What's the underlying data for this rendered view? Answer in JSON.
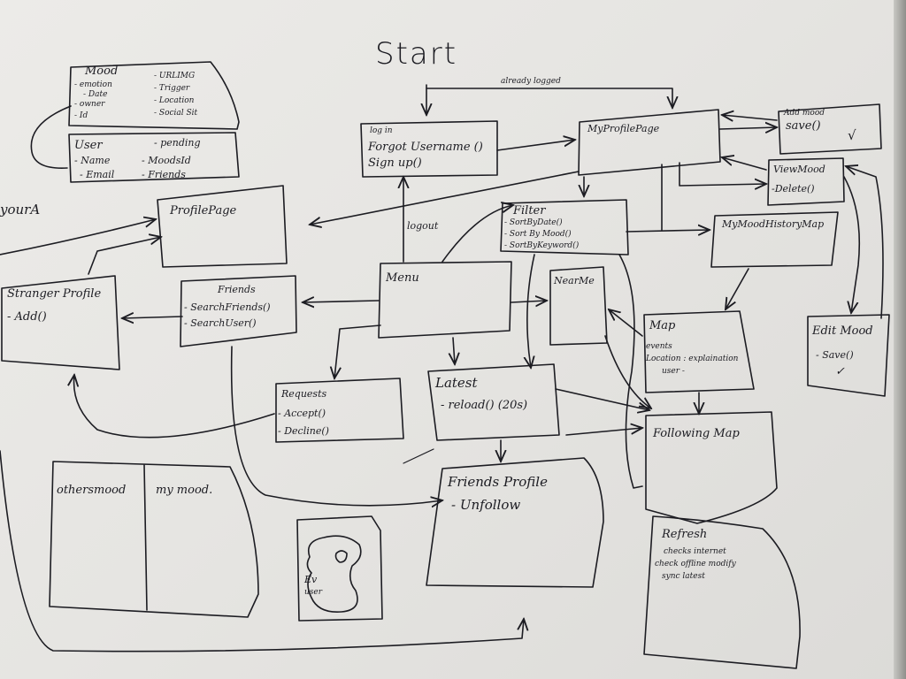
{
  "title": "Start",
  "arrow_labels": {
    "already_logged": "already logged",
    "logout": "logout"
  },
  "mood_box": {
    "header": "Mood",
    "fields": [
      "- emotion",
      "- Date",
      "- owner",
      "- Id"
    ],
    "fields2": [
      "- URLIMG",
      "- Trigger",
      "- Location",
      "- Social Sit"
    ]
  },
  "user_box": {
    "header": "User",
    "fields": [
      "- Name",
      "- Email"
    ],
    "fields2": [
      "- pending",
      "- MoodsId",
      "- Friends"
    ]
  },
  "left_edge_text": "yourA",
  "login_box": {
    "header": "log in",
    "items": [
      "Forgot Username ()",
      "Sign up()"
    ]
  },
  "my_profile_box": {
    "label": "MyProfilePage"
  },
  "add_mood_box": {
    "header": "Add mood",
    "items": [
      "save()"
    ],
    "check": "√"
  },
  "view_mood_box": {
    "header": "ViewMood",
    "items": [
      "-Delete()"
    ]
  },
  "my_mood_history_box": {
    "label": "MyMoodHistoryMap"
  },
  "edit_mood_box": {
    "header": "Edit Mood",
    "items": [
      "- Save()"
    ],
    "check": "✓"
  },
  "profile_page_box": {
    "label": "ProfilePage"
  },
  "filter_box": {
    "header": "Filter",
    "items": [
      "- SortByDate()",
      "- Sort By Mood()",
      "- SortByKeyword()"
    ]
  },
  "stranger_profile_box": {
    "header": "Stranger Profile",
    "items": [
      "- Add()"
    ]
  },
  "friends_box": {
    "header": "Friends",
    "items": [
      "- SearchFriends()",
      "- SearchUser()"
    ]
  },
  "menu_box": {
    "label": "Menu"
  },
  "near_me_box": {
    "label": "NearMe"
  },
  "map_box": {
    "header": "Map",
    "items": [
      "events",
      "Location : explaination",
      "user -"
    ]
  },
  "requests_box": {
    "header": "Requests",
    "items": [
      "- Accept()",
      "- Decline()"
    ]
  },
  "latest_box": {
    "header": "Latest",
    "items": [
      "- reload() (20s)"
    ]
  },
  "following_map_box": {
    "label": "Following Map"
  },
  "others_mood_box": {
    "col1": "othersmood",
    "col2": "my mood."
  },
  "friends_profile_box": {
    "header": "Friends Profile",
    "items": [
      "- Unfollow"
    ]
  },
  "ev_box": {
    "label1": "Ev",
    "label2": "user"
  },
  "refresh_box": {
    "header": "Refresh",
    "items": [
      "checks internet",
      "check offline modify",
      "sync latest"
    ]
  },
  "ink_color": "#1c1c22",
  "board_color": "#e8e7e4"
}
